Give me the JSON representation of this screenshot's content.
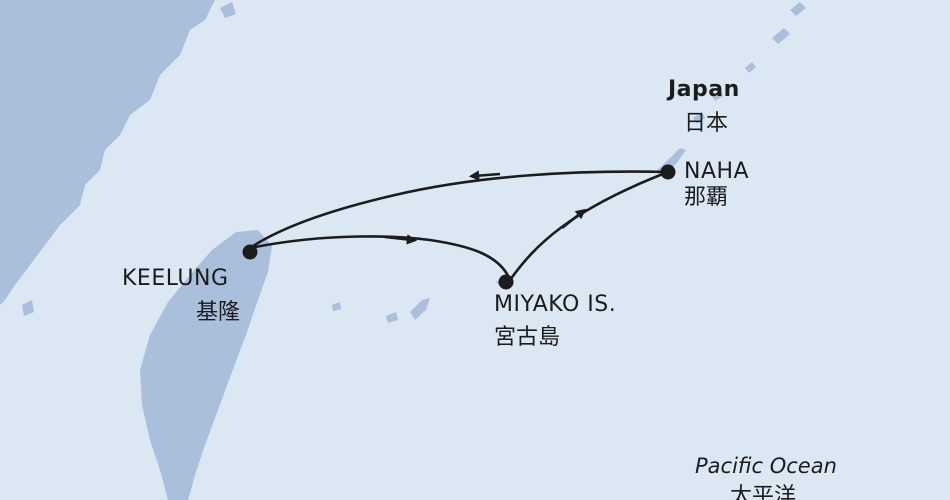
{
  "region_labels": {
    "japan_en": "Japan",
    "japan_zh": "日本",
    "ocean_en": "Pacific Ocean",
    "ocean_zh": "太平洋"
  },
  "ports": [
    {
      "id": "keelung",
      "name": "KEELUNG",
      "name_local": "基隆"
    },
    {
      "id": "miyako",
      "name": "MIYAKO IS.",
      "name_local": "宮古島"
    },
    {
      "id": "naha",
      "name": "NAHA",
      "name_local": "那覇"
    }
  ],
  "route": [
    "KEELUNG",
    "MIYAKO IS.",
    "NAHA",
    "KEELUNG"
  ],
  "colors": {
    "sea": "#dce7f4",
    "land": "#a9bfdc",
    "route": "#1c1c1c",
    "text": "#1c1c1c"
  }
}
